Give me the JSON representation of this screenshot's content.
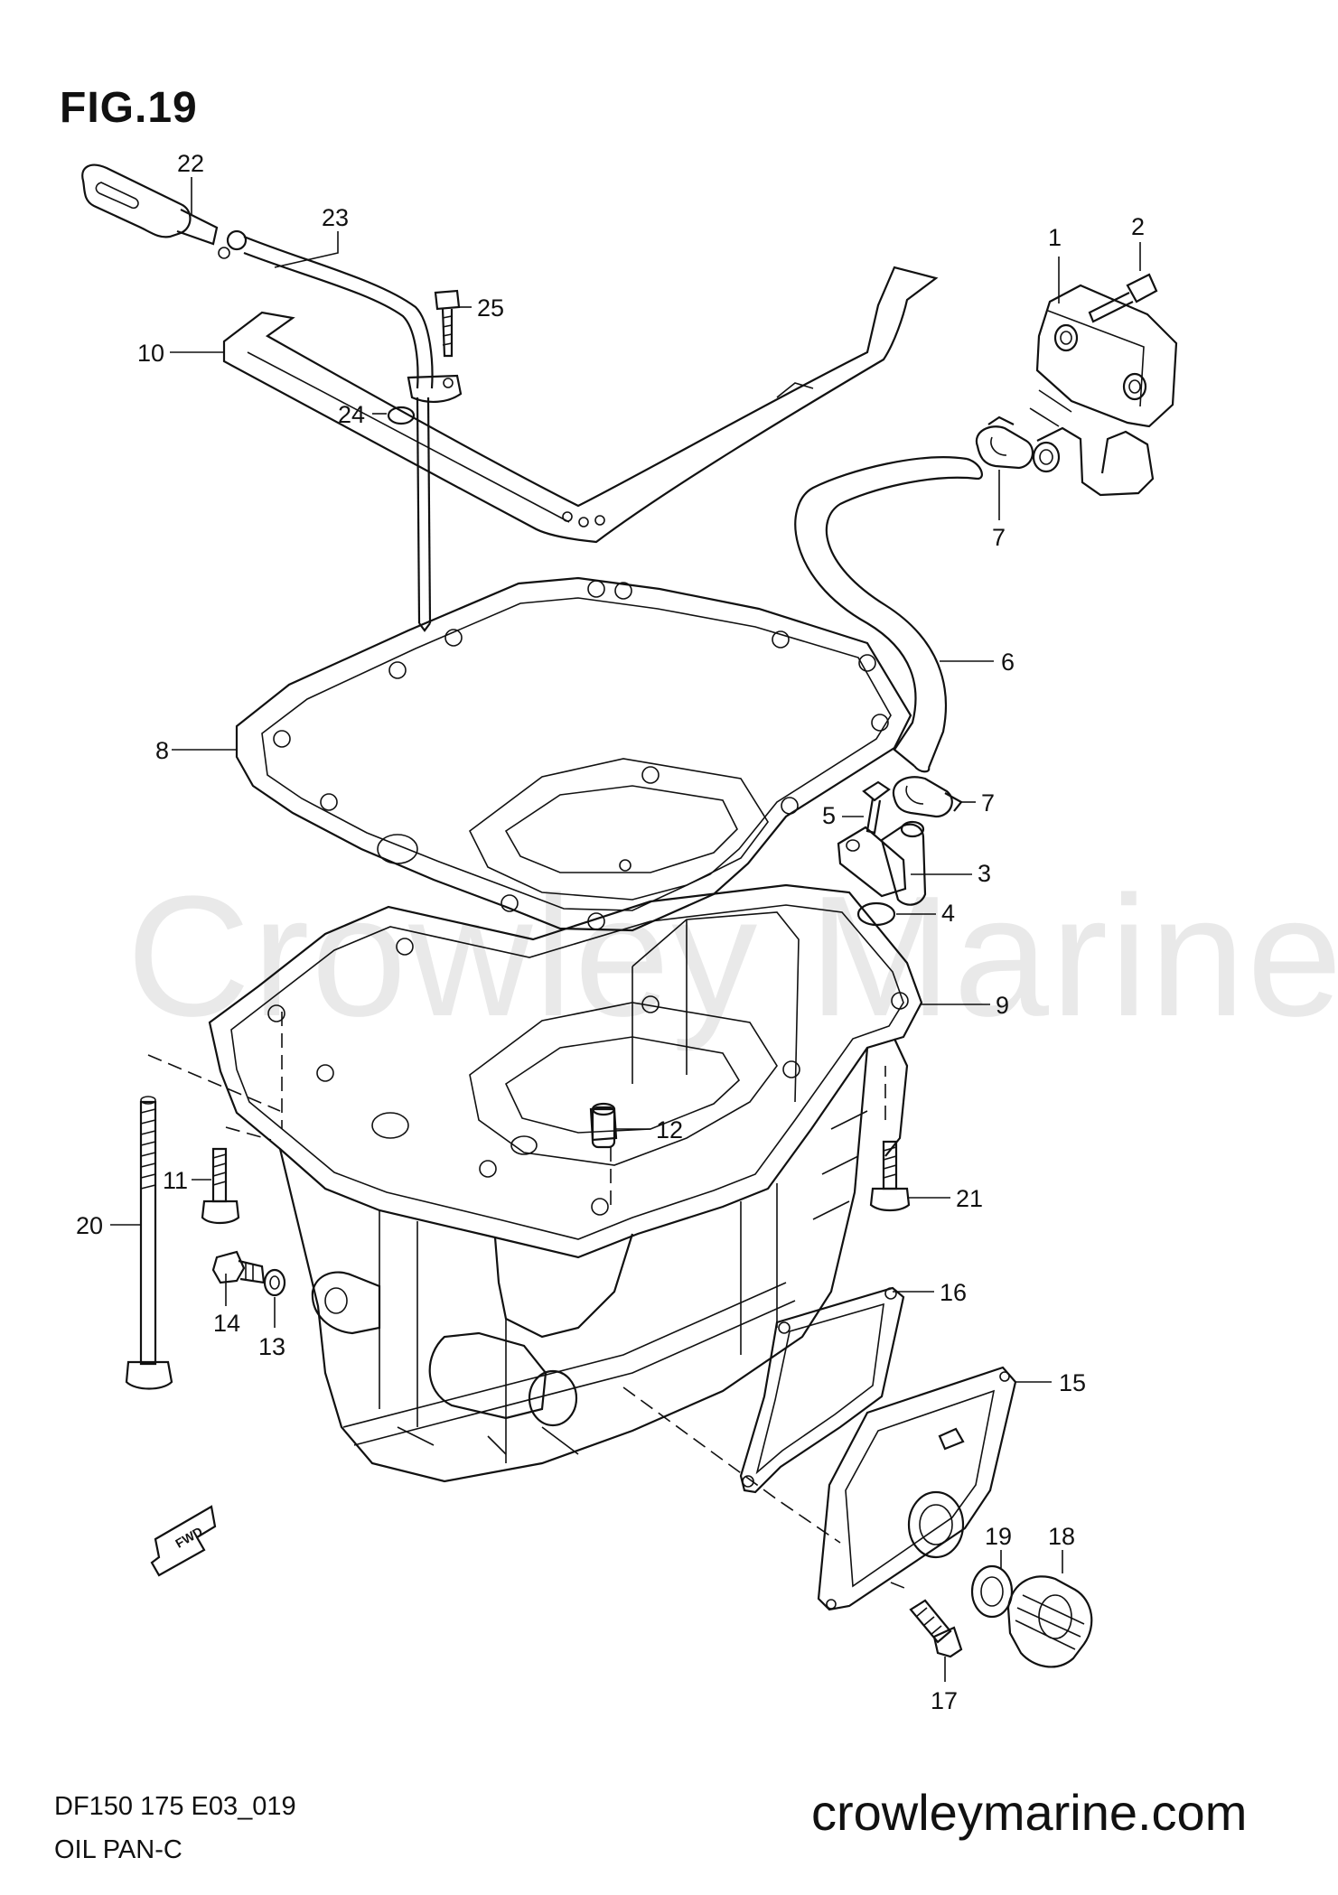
{
  "figure": {
    "title": "FIG.19",
    "code": "DF150 175 E03_019",
    "caption": "OIL PAN-C"
  },
  "watermark": "Crowley Marine",
  "site": "crowleymarine.com",
  "fwd_label": "FWD",
  "callouts": [
    {
      "id": "1",
      "label": "1"
    },
    {
      "id": "2",
      "label": "2"
    },
    {
      "id": "3",
      "label": "3"
    },
    {
      "id": "4",
      "label": "4"
    },
    {
      "id": "5",
      "label": "5"
    },
    {
      "id": "6",
      "label": "6"
    },
    {
      "id": "7a",
      "label": "7"
    },
    {
      "id": "7b",
      "label": "7"
    },
    {
      "id": "8",
      "label": "8"
    },
    {
      "id": "9",
      "label": "9"
    },
    {
      "id": "10",
      "label": "10"
    },
    {
      "id": "11",
      "label": "11"
    },
    {
      "id": "12",
      "label": "12"
    },
    {
      "id": "13",
      "label": "13"
    },
    {
      "id": "14",
      "label": "14"
    },
    {
      "id": "15",
      "label": "15"
    },
    {
      "id": "16",
      "label": "16"
    },
    {
      "id": "17",
      "label": "17"
    },
    {
      "id": "18",
      "label": "18"
    },
    {
      "id": "19",
      "label": "19"
    },
    {
      "id": "20",
      "label": "20"
    },
    {
      "id": "21",
      "label": "21"
    },
    {
      "id": "22",
      "label": "22"
    },
    {
      "id": "23",
      "label": "23"
    },
    {
      "id": "24",
      "label": "24"
    },
    {
      "id": "25",
      "label": "25"
    }
  ]
}
